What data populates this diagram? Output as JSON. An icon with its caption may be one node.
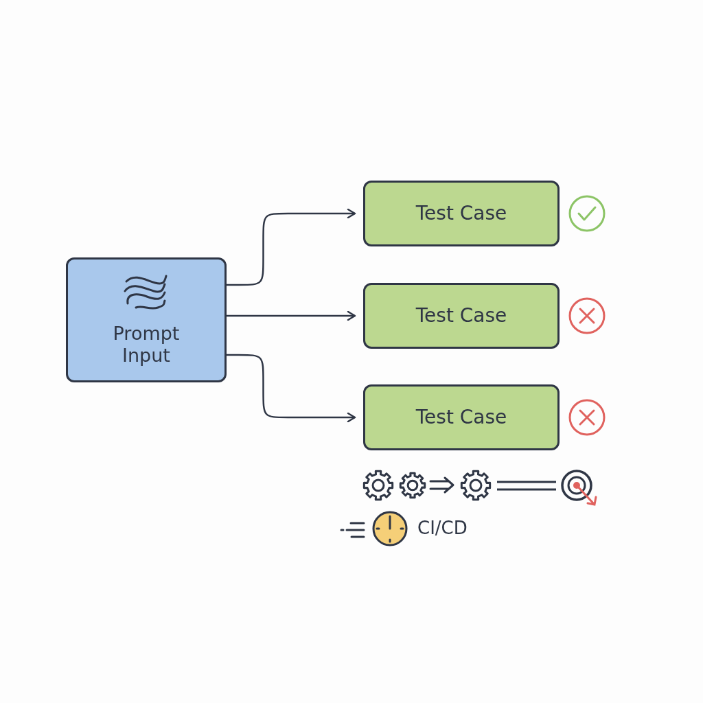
{
  "diagram": {
    "nodes": [
      {
        "text": [
          "Prompt Input"
        ]
      },
      {
        "text": [
          "Test Case"
        ]
      },
      {
        "text": [
          "Test Case"
        ]
      },
      {
        "text": [
          "Test Case"
        ]
      }
    ],
    "edges": [
      {
        "from": 0,
        "to": 1,
        "arrow": "to"
      },
      {
        "from": 0,
        "to": 2,
        "arrow": "to"
      },
      {
        "from": 0,
        "to": 3,
        "arrow": "to"
      }
    ],
    "labels": [
      "CI/CD"
    ]
  }
}
